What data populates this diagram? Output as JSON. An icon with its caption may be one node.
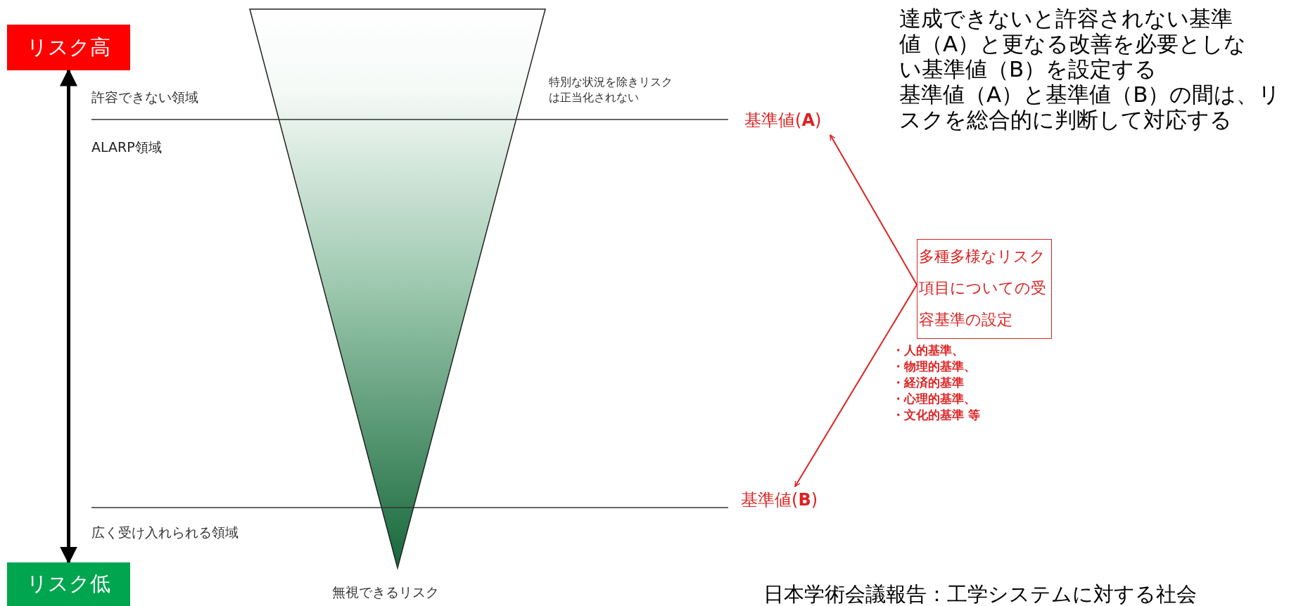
{
  "diagram": {
    "nodes": [
      {
        "text": [
          "リスク高"
        ]
      },
      {
        "text": [
          "リスク低"
        ]
      },
      {
        "text": [
          "基準値(**A**)"
        ]
      },
      {
        "text": [
          "基準値(**B**)"
        ]
      },
      {
        "text": [
          "多種多様なリスク項目についての受容基準の設定"
        ]
      }
    ],
    "edges": [
      {
        "from": 0,
        "to": 1,
        "arrow": "both",
        "style": "thick",
        "color": "#000000"
      },
      {
        "from": 4,
        "to": 2,
        "arrow": "to",
        "color": "#dd2222"
      },
      {
        "from": 4,
        "to": 3,
        "arrow": "to",
        "color": "#dd2222"
      }
    ],
    "labels": [
      "達成できないと許容されない基準値（A）と更なる改善を必要としない基準値（B）を設定する",
      "基準値（A）と基準値（B）の間は、リスクを総合的に判断して対応する",
      "許容できない領域",
      "特別な状況を除きリスクは正当化されない",
      "ALARP領域",
      "・人的基準、",
      "・物理的基準、",
      "・経済的基準",
      "・心理的基準、",
      "・文化的基準 等",
      "広く受け入れられる領域",
      "無視できるリスク",
      "日本学術会議報告：工学システムに対する社会"
    ]
  }
}
